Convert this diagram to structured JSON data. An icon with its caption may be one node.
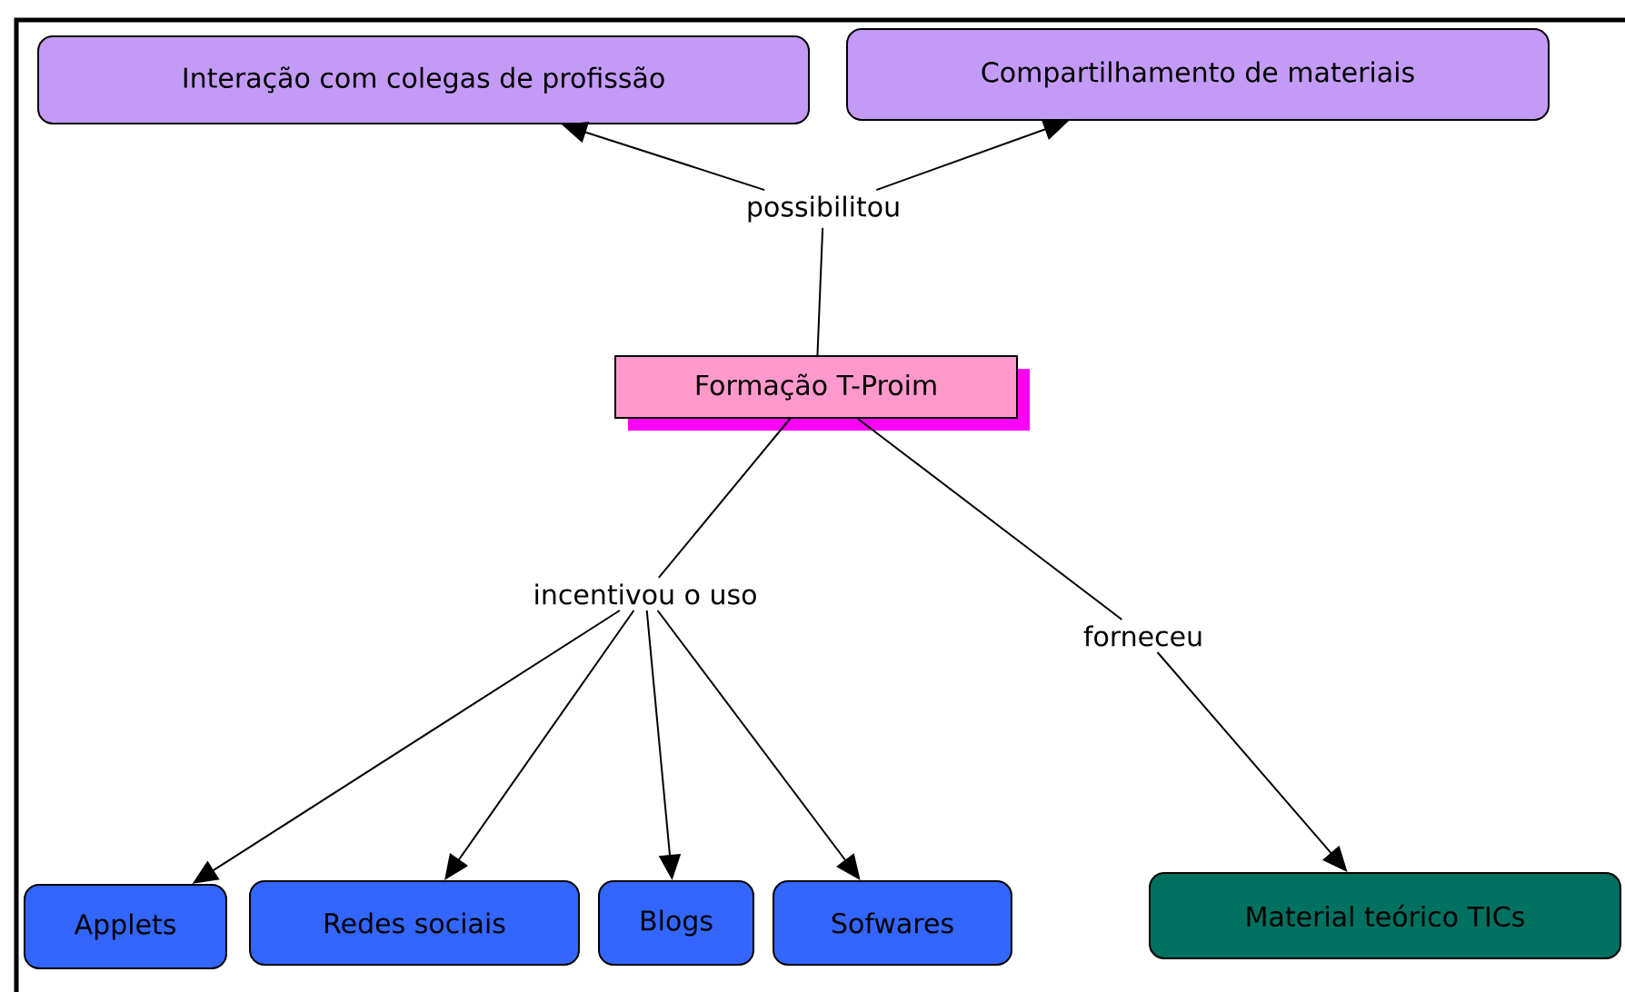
{
  "diagram": {
    "nodes": [
      {
        "text": [
          "Interação com colegas de profissão"
        ]
      },
      {
        "text": [
          "Compartilhamento de materiais"
        ]
      },
      {
        "text": [
          "possibilitou"
        ]
      },
      {
        "text": [
          "Formação T-Proim"
        ]
      },
      {
        "text": [
          "incentivou o uso"
        ]
      },
      {
        "text": [
          "forneceu"
        ]
      },
      {
        "text": [
          "Applets"
        ]
      },
      {
        "text": [
          "Redes sociais"
        ]
      },
      {
        "text": [
          "Blogs"
        ]
      },
      {
        "text": [
          "Sofwares"
        ]
      },
      {
        "text": [
          "Material teórico TICs"
        ]
      }
    ],
    "edges": [
      {
        "from": 3,
        "to": 2,
        "arrow": "none"
      },
      {
        "from": 2,
        "to": 0,
        "arrow": "to"
      },
      {
        "from": 2,
        "to": 1,
        "arrow": "to"
      },
      {
        "from": 3,
        "to": 4,
        "arrow": "none"
      },
      {
        "from": 3,
        "to": 5,
        "arrow": "none"
      },
      {
        "from": 4,
        "to": 6,
        "arrow": "to"
      },
      {
        "from": 4,
        "to": 7,
        "arrow": "to"
      },
      {
        "from": 4,
        "to": 8,
        "arrow": "to"
      },
      {
        "from": 4,
        "to": 9,
        "arrow": "to"
      },
      {
        "from": 5,
        "to": 10,
        "arrow": "to"
      }
    ]
  }
}
